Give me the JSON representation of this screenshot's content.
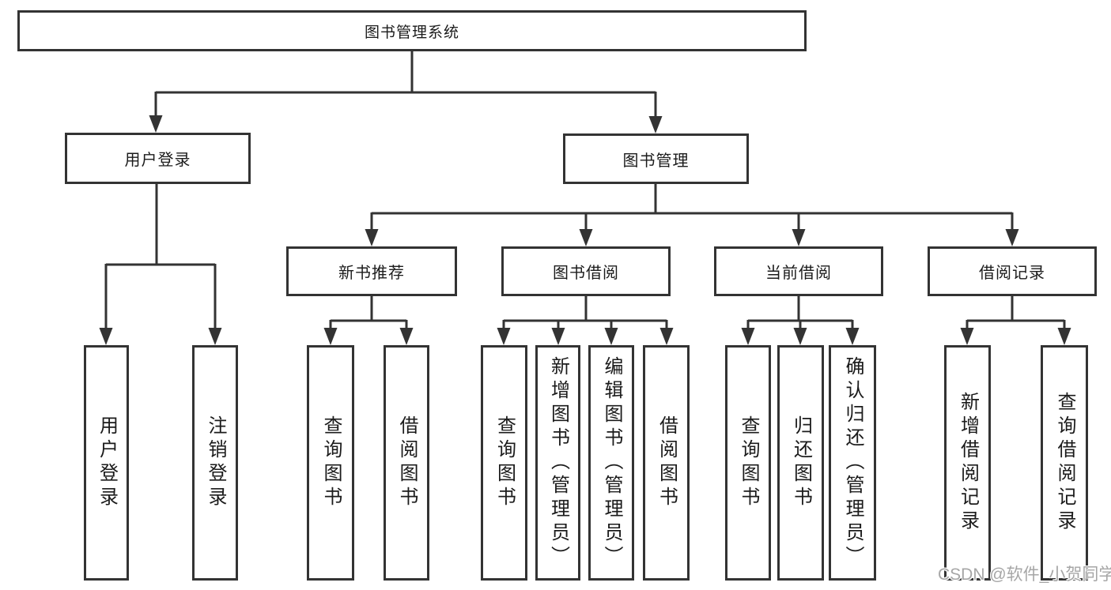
{
  "diagram": {
    "root": {
      "label": "图书管理系统"
    },
    "level2": {
      "user_login": {
        "label": "用户登录"
      },
      "book_management": {
        "label": "图书管理"
      }
    },
    "level3": {
      "new_books": {
        "label": "新书推荐"
      },
      "book_borrow": {
        "label": "图书借阅"
      },
      "current_borrow": {
        "label": "当前借阅"
      },
      "borrow_records": {
        "label": "借阅记录"
      }
    },
    "leaves": {
      "user_login": [
        "用户登录",
        "注销登录"
      ],
      "new_books": [
        "查询图书",
        "借阅图书"
      ],
      "book_borrow": [
        "查询图书",
        "新增图书（管理员）",
        "编辑图书（管理员）",
        "借阅图书"
      ],
      "current_borrow": [
        "查询图书",
        "归还图书",
        "确认归还（管理员）"
      ],
      "borrow_records": [
        "新增借阅记录",
        "查询借阅记录"
      ]
    }
  },
  "watermark": {
    "text": "CSDN @软件_小贺同学"
  },
  "colors": {
    "line": "#333333",
    "node_border": "#333333",
    "text": "#1b1b1b",
    "watermark": "#a6a6a6",
    "background": "#ffffff"
  }
}
